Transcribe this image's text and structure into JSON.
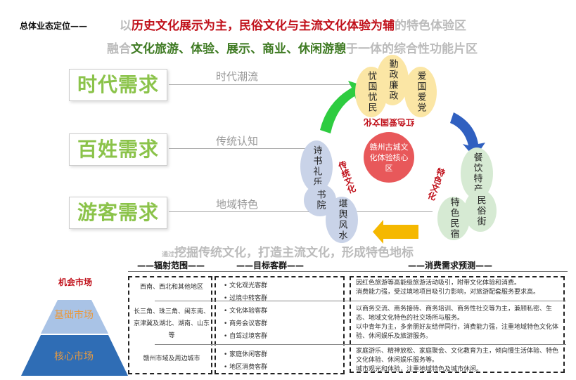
{
  "title": "总体业态定位——",
  "line1": {
    "pre": "以",
    "highlight": "历史文化展示为主，民俗文化与主流文化体验为辅",
    "post": "的特色体验区"
  },
  "line2": {
    "pre": "融合",
    "highlight": "文化旅游、体验、展示、商业、休闲游憩",
    "post": "于一体的综合性功能片区"
  },
  "needs": [
    {
      "label": "时代需求",
      "flow": "时代潮流"
    },
    {
      "label": "百姓需求",
      "flow": "传统认知"
    },
    {
      "label": "游客需求",
      "flow": "地域特色"
    }
  ],
  "center": "赣州古城文化体验核心区",
  "red_group": {
    "tag": "红色爱国文化",
    "items": [
      "忧国忧民",
      "勤政廉政",
      "爱国爱党"
    ]
  },
  "trad_group": {
    "tag": "传统文化",
    "items": [
      "诗书礼乐",
      "书院",
      "堪舆风水"
    ]
  },
  "feat_group": {
    "tag": "特色文化",
    "items": [
      "餐饮特产",
      "民俗街",
      "特色民宿"
    ]
  },
  "slogan": {
    "pre": "通过",
    "text": "挖掘传统文化，打造主流文化，形成特色地标"
  },
  "headers": {
    "range": "——辐射范围——",
    "target": "——目标客群——",
    "demand": "——消费需求预测——"
  },
  "pyramid": [
    "机会市场",
    "基础市场",
    "核心市场"
  ],
  "rows": [
    {
      "range": "西南、西北和其他地区",
      "targets": [
        "文化观光客群",
        "过境中转客群"
      ],
      "demand": [
        "因红色旅游等高能级旅游活动吸引，附带文化体验和消费。",
        "消费能力强，受过境地项目吸引力影响，对旅游配套服务要求高。"
      ]
    },
    {
      "range": "长三角、珠三角、闽东南、京津冀及湖北、湖南、山东等",
      "targets": [
        "文化体验客群",
        "商务会议客群",
        "自驾过境客群"
      ],
      "demand": [
        "以商务交流、商务接待、商务培训、商务性社交等为主，兼顾私密、生态、地域文化特色的社交场所与服务。",
        "以中青年为主，多亲朋好友结伴同行，消费能力强，注重地域特色文化体验、休闲娱乐及旅游服务。"
      ]
    },
    {
      "range": "赣州市域及周边城市",
      "targets": [
        "家庭休闲客群",
        "地区消费客群"
      ],
      "demand": [
        "家庭游乐、精神放松、家庭聚会、文化教育为主，倾向慢生活体验、特色文化体验、休闲娱乐服务等。",
        "城市观光和体验，注重地域特色及城市休闲。"
      ]
    }
  ],
  "colors": {
    "red": "#c0101a",
    "green": "#3e7a22",
    "need": "#8bc34a",
    "core": "#e8585a"
  }
}
